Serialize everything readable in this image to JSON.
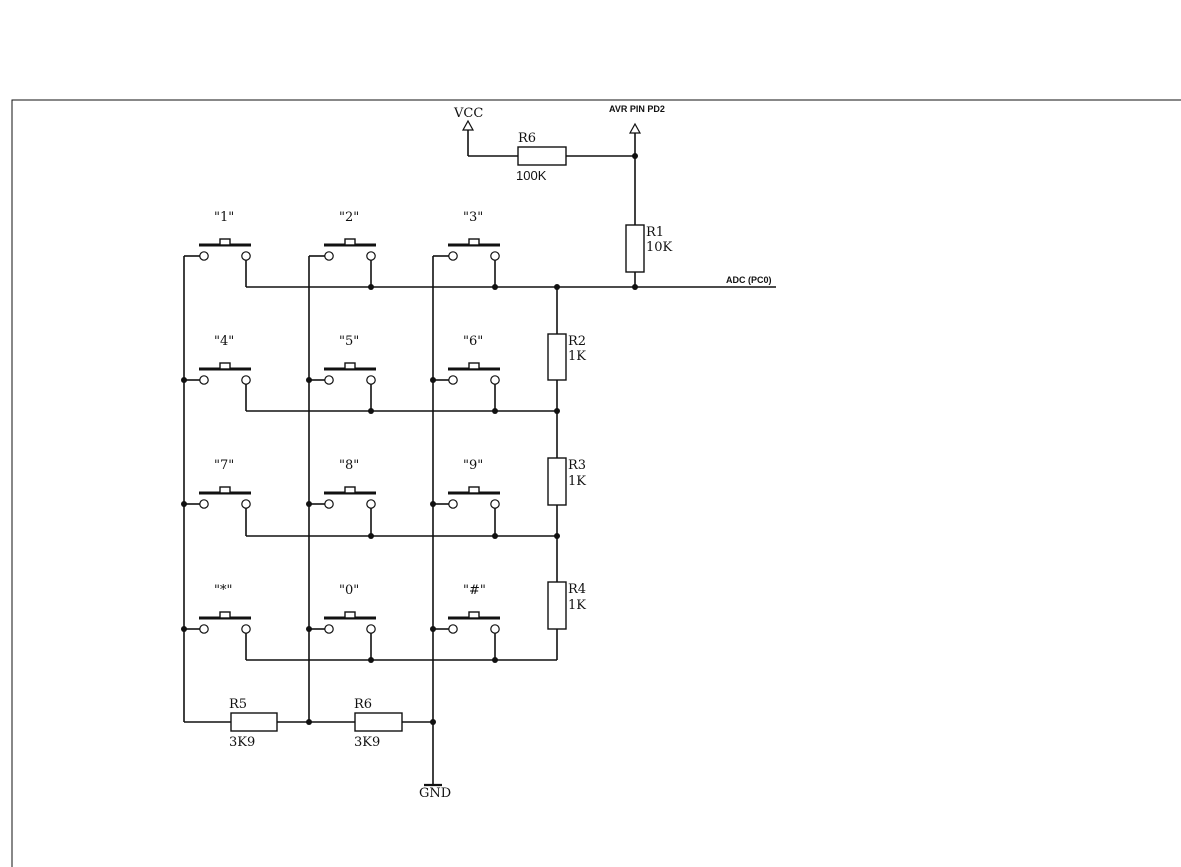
{
  "power": {
    "vcc": "VCC",
    "gnd": "GND",
    "avr_pin": "AVR PIN PD2",
    "adc": "ADC (PC0)"
  },
  "resistors": {
    "r6_top": {
      "name": "R6",
      "value": "100K"
    },
    "r1": {
      "name": "R1",
      "value": "10K"
    },
    "r2": {
      "name": "R2",
      "value": "1K"
    },
    "r3": {
      "name": "R3",
      "value": "1K"
    },
    "r4": {
      "name": "R4",
      "value": "1K"
    },
    "r5": {
      "name": "R5",
      "value": "3K9"
    },
    "r6_bottom": {
      "name": "R6",
      "value": "3K9"
    }
  },
  "keys": [
    [
      "\"1\"",
      "\"2\"",
      "\"3\""
    ],
    [
      "\"4\"",
      "\"5\"",
      "\"6\""
    ],
    [
      "\"7\"",
      "\"8\"",
      "\"9\""
    ],
    [
      "\"*\"",
      "\"0\"",
      "\"#\""
    ]
  ]
}
